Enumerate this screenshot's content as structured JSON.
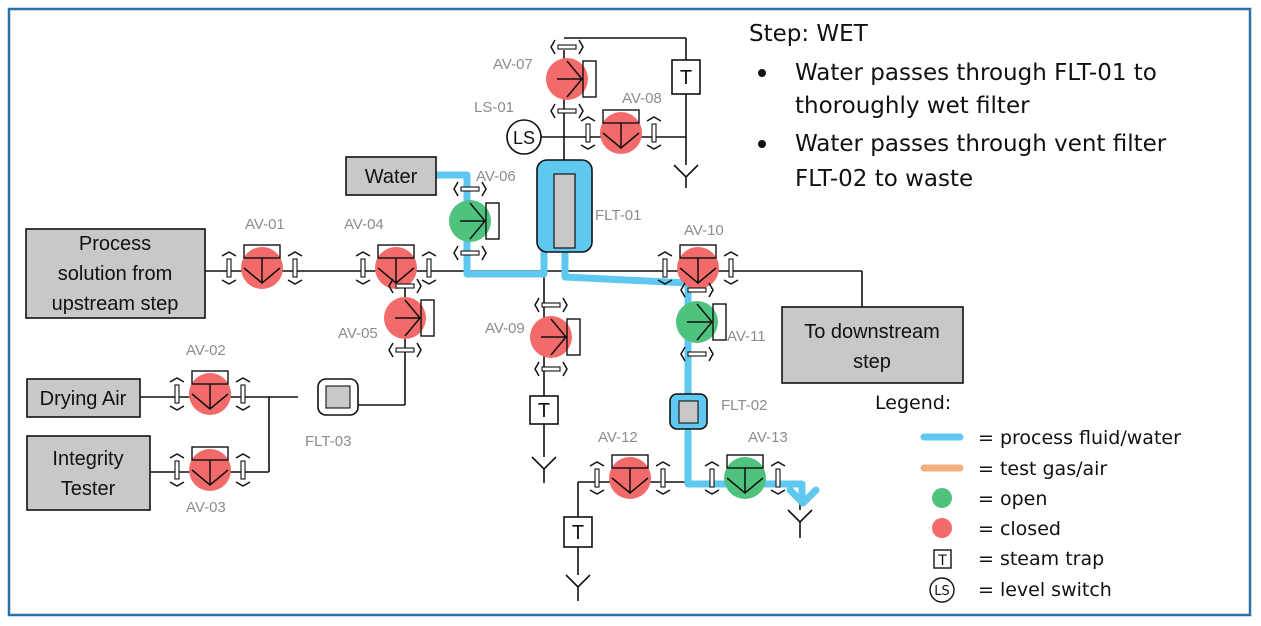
{
  "colors": {
    "process_fluid": "#5ec8f0",
    "test_gas": "#f3b07d",
    "open": "#4fc27e",
    "closed": "#f26a6a",
    "border": "#2e6ea6"
  },
  "info": {
    "step": "Step: WET",
    "bullets": [
      [
        "Water passes through FLT-01 to",
        "thoroughly wet filter"
      ],
      [
        "Water passes through vent filter",
        "FLT-02 to waste"
      ]
    ]
  },
  "boxes": [
    {
      "id": "process",
      "lines": [
        "Process",
        "solution from",
        "upstream step"
      ]
    },
    {
      "id": "water",
      "lines": [
        "Water"
      ]
    },
    {
      "id": "drying",
      "lines": [
        "Drying Air"
      ]
    },
    {
      "id": "integrity",
      "lines": [
        "Integrity",
        "Tester"
      ]
    },
    {
      "id": "downstream",
      "lines": [
        "To downstream",
        "step"
      ]
    }
  ],
  "valves": [
    {
      "id": "AV-01",
      "state": "closed"
    },
    {
      "id": "AV-02",
      "state": "closed"
    },
    {
      "id": "AV-03",
      "state": "closed"
    },
    {
      "id": "AV-04",
      "state": "closed"
    },
    {
      "id": "AV-05",
      "state": "closed"
    },
    {
      "id": "AV-06",
      "state": "open"
    },
    {
      "id": "AV-07",
      "state": "closed"
    },
    {
      "id": "AV-08",
      "state": "closed"
    },
    {
      "id": "AV-09",
      "state": "closed"
    },
    {
      "id": "AV-10",
      "state": "closed"
    },
    {
      "id": "AV-11",
      "state": "open"
    },
    {
      "id": "AV-12",
      "state": "closed"
    },
    {
      "id": "AV-13",
      "state": "open"
    }
  ],
  "components": {
    "flt01": "FLT-01",
    "flt02": "FLT-02",
    "flt03": "FLT-03",
    "ls01": "LS-01",
    "ls_symbol": "LS",
    "trap_symbol": "T"
  },
  "legend": {
    "title": "Legend:",
    "items": [
      {
        "symbol": "water-line",
        "text": "= process fluid/water"
      },
      {
        "symbol": "gas-line",
        "text": "= test gas/air"
      },
      {
        "symbol": "open-dot",
        "text": "= open"
      },
      {
        "symbol": "closed-dot",
        "text": "= closed"
      },
      {
        "symbol": "trap",
        "text": "= steam trap"
      },
      {
        "symbol": "level-switch",
        "text": "= level switch"
      }
    ]
  }
}
